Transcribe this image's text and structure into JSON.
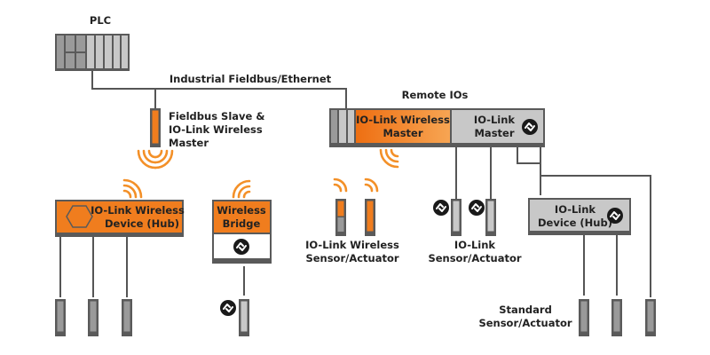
{
  "colors": {
    "orange": "#f07d1e",
    "orange_light": "#f6a04a",
    "gray_dark": "#5a5a5a",
    "gray_mid": "#9a9a9a",
    "gray_light": "#c8c8c8",
    "wire": "#555555",
    "wave": "#f39028",
    "text": "#222222"
  },
  "plc": {
    "label": "PLC"
  },
  "bus": {
    "label": "Industrial Fieldbus/Ethernet"
  },
  "fieldbus_slave": {
    "line1": "Fieldbus Slave &",
    "line2": "IO-Link Wireless",
    "line3": "Master"
  },
  "remote_ios": {
    "label": "Remote IOs",
    "wireless_master": {
      "line1": "IO-Link Wireless",
      "line2": "Master"
    },
    "iolink_master": {
      "line1": "IO-Link",
      "line2": "Master"
    }
  },
  "wireless_hub": {
    "line1": "IO-Link Wireless",
    "line2": "Device (Hub)"
  },
  "wireless_bridge": {
    "line1": "Wireless",
    "line2": "Bridge"
  },
  "wireless_sensor": {
    "line1": "IO-Link Wireless",
    "line2": "Sensor/Actuator"
  },
  "iolink_sensor": {
    "line1": "IO-Link",
    "line2": "Sensor/Actuator"
  },
  "iolink_hub": {
    "line1": "IO-Link",
    "line2": "Device (Hub)"
  },
  "standard_sensor": {
    "line1": "Standard",
    "line2": "Sensor/Actuator"
  }
}
